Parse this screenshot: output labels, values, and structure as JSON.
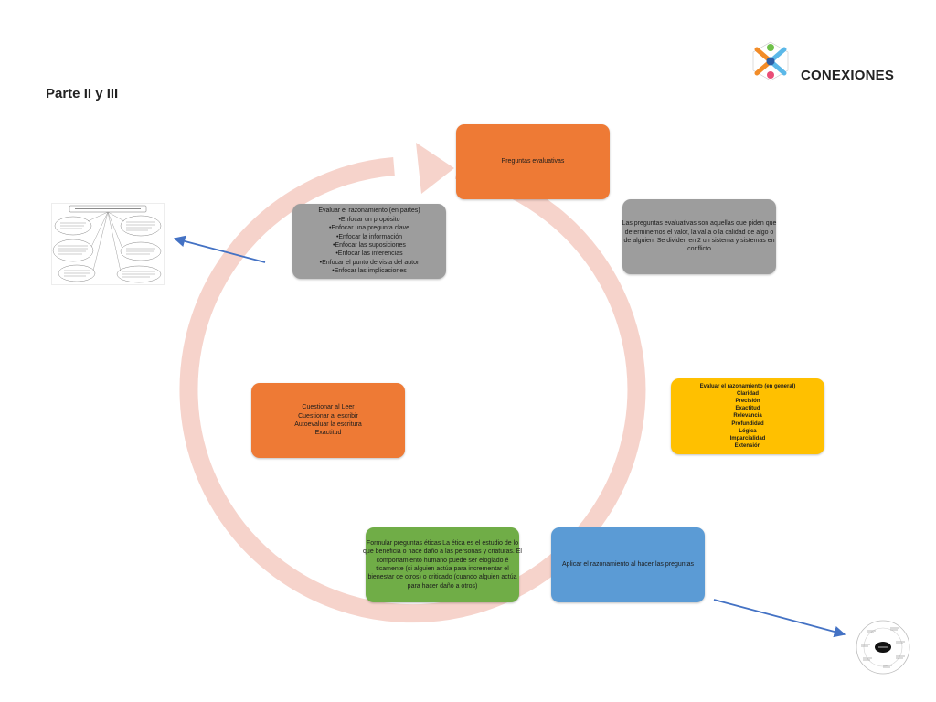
{
  "page": {
    "title": "Parte II  y III"
  },
  "brand": {
    "name": "CONEXIONES",
    "logo_icon": "conexiones-logo-icon"
  },
  "colors": {
    "ring": "#f6d3cb",
    "orange": "#ee7a35",
    "gray": "#9d9d9d",
    "yellow": "#ffc000",
    "blue": "#5b9bd5",
    "green": "#70ad47",
    "connector": "#4472c4"
  },
  "cycle": {
    "nodes": [
      {
        "id": "preguntas-evaluativas",
        "lines": [
          "Preguntas evaluativas"
        ]
      },
      {
        "id": "definicion",
        "lines": [
          "Las preguntas evaluativas son aquellas que piden que",
          "determinemos el valor, la valía o la calidad de algo o",
          "de alguien.  Se dividen en 2  un sistema y sistemas en",
          "conflicto"
        ]
      },
      {
        "id": "evaluar-general",
        "lines": [
          "Evaluar el razonamiento (en general)",
          "Claridad",
          "Precisión",
          "Exactitud",
          "Relevancia",
          "Profundidad",
          "Lógica",
          "Imparcialidad",
          "Extensión"
        ]
      },
      {
        "id": "aplicar-razonamiento",
        "lines": [
          "Aplicar el razonamiento al hacer las preguntas"
        ]
      },
      {
        "id": "preguntas-eticas",
        "lines": [
          "Formular preguntas éticas   La ética es el estudio de lo",
          "que beneficia o hace daño a las personas y criaturas. El",
          "comportamiento humano puede ser elogiado é",
          "ticamente (si alguien actúa para incrementar el",
          "bienestar de otros) o criticado (cuando alguien actúa",
          "para hacer daño a otros)"
        ]
      },
      {
        "id": "cuestionar",
        "lines": [
          "Cuestionar al Leer",
          "Cuestionar al escribir",
          "Autoevaluar la escritura",
          "Exactitud"
        ]
      },
      {
        "id": "evaluar-partes",
        "lines": [
          "Evaluar el razonamiento (en partes)",
          "•Enfocar un propósito",
          "•Enfocar una pregunta clave",
          "•Enfocar la información",
          "•Enfocar las suposiciones",
          "•Enfocar las inferencias",
          "•Enfocar el punto de vista del autor",
          "•Enfocar las implicaciones"
        ]
      }
    ]
  },
  "thumbnails": {
    "left": {
      "icon": "mind-map-thumbnail-icon"
    },
    "right": {
      "icon": "circular-diagram-thumbnail-icon"
    }
  }
}
